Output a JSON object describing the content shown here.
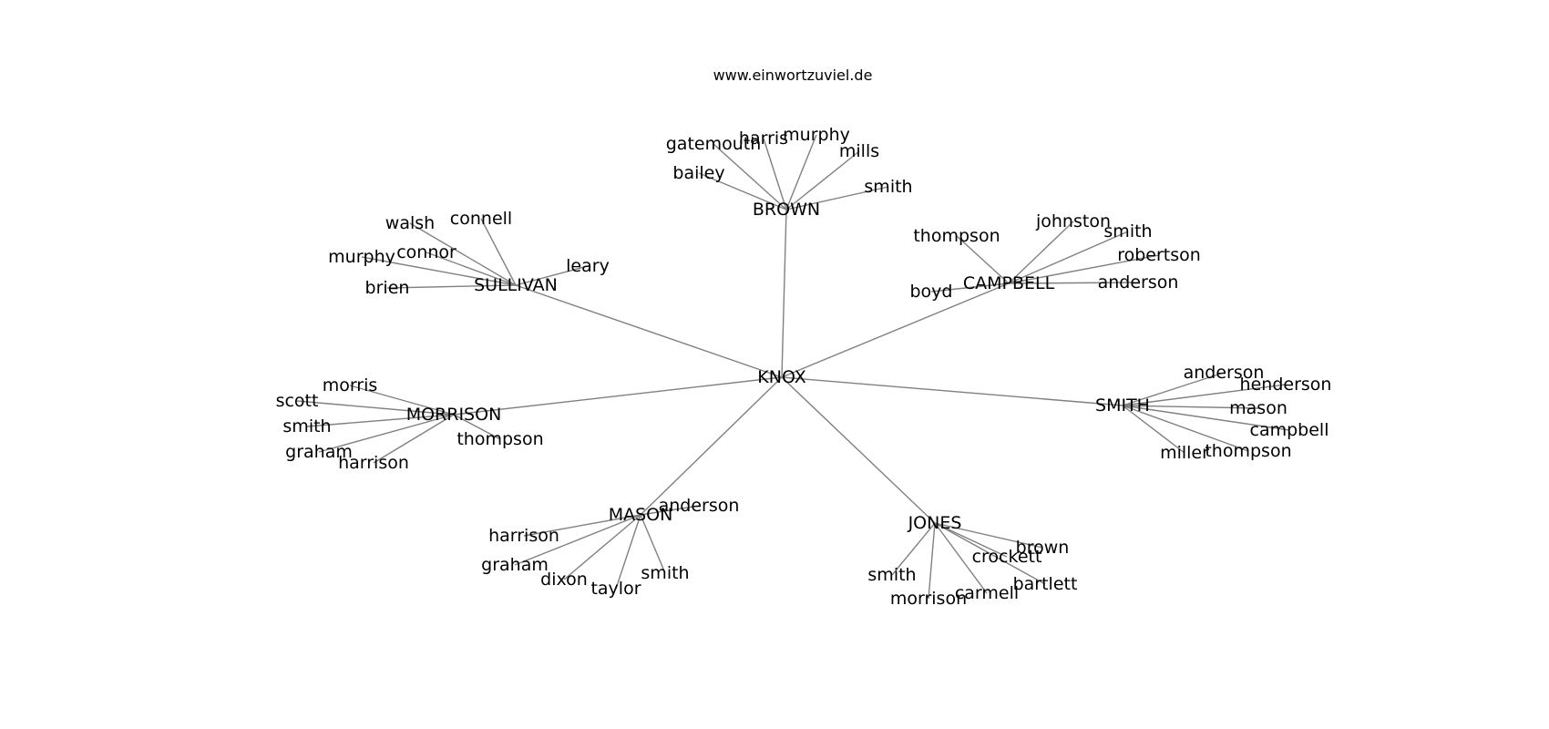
{
  "header": {
    "site": "www.einwortzuviel.de"
  },
  "graph": {
    "center": "KNOX",
    "groups": [
      {
        "name": "BROWN",
        "children": [
          "gatemouth",
          "harris",
          "murphy",
          "mills",
          "bailey",
          "smith"
        ]
      },
      {
        "name": "SULLIVAN",
        "children": [
          "walsh",
          "connell",
          "connor",
          "murphy",
          "leary",
          "brien"
        ]
      },
      {
        "name": "CAMPBELL",
        "children": [
          "thompson",
          "johnston",
          "smith",
          "robertson",
          "anderson",
          "boyd"
        ]
      },
      {
        "name": "MORRISON",
        "children": [
          "morris",
          "scott",
          "smith",
          "graham",
          "harrison",
          "thompson"
        ]
      },
      {
        "name": "SMITH",
        "children": [
          "anderson",
          "henderson",
          "mason",
          "campbell",
          "thompson",
          "miller"
        ]
      },
      {
        "name": "MASON",
        "children": [
          "anderson",
          "harrison",
          "graham",
          "dixon",
          "taylor",
          "smith"
        ]
      },
      {
        "name": "JONES",
        "children": [
          "brown",
          "crockett",
          "bartlett",
          "carmell",
          "morrison",
          "smith"
        ]
      }
    ]
  }
}
